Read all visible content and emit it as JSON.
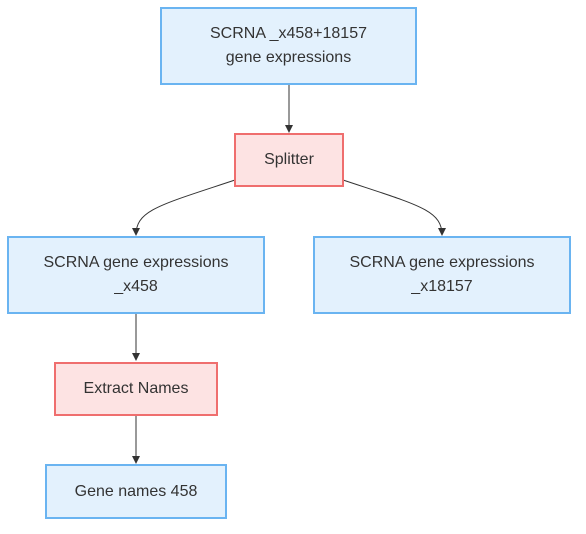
{
  "nodes": {
    "input": "SCRNA _x458+18157\ngene expressions",
    "splitter": "Splitter",
    "out_x458": "SCRNA gene expressions\n_x458",
    "out_x18157": "SCRNA gene expressions\n_x18157",
    "extract": "Extract Names",
    "gene_names": "Gene names 458"
  },
  "edges": [
    {
      "from": "input",
      "to": "splitter"
    },
    {
      "from": "splitter",
      "to": "out_x458"
    },
    {
      "from": "splitter",
      "to": "out_x18157"
    },
    {
      "from": "out_x458",
      "to": "extract"
    },
    {
      "from": "extract",
      "to": "gene_names"
    }
  ],
  "colors": {
    "data_fill": "#e3f1fd",
    "data_stroke": "#6ab4f1",
    "process_fill": "#fde3e3",
    "process_stroke": "#ef6e6e",
    "edge": "#333333"
  }
}
